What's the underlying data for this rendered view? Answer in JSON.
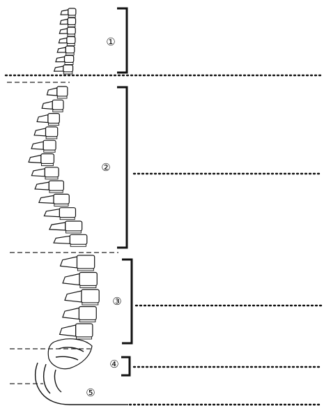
{
  "regions": [
    {
      "label": "①"
    },
    {
      "label": "②"
    },
    {
      "label": "③"
    },
    {
      "label": "④"
    },
    {
      "label": "⑤"
    }
  ]
}
